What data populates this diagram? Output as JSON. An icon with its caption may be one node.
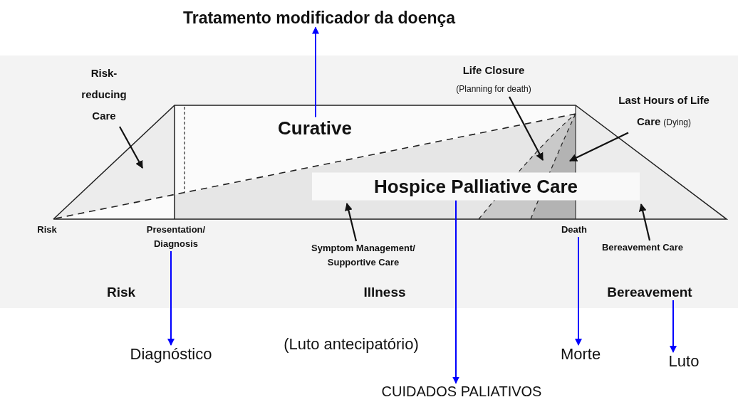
{
  "diagram": {
    "nodes": [
      {
        "text": [
          "Tratamento modificador da doença"
        ]
      },
      {
        "text": [
          "Curative"
        ]
      },
      {
        "text": [
          "Hospice Palliative Care"
        ]
      },
      {
        "text": [
          "Risk- reducing Care"
        ]
      },
      {
        "text": [
          "Life Closure",
          "(Planning for death)"
        ]
      },
      {
        "text": [
          "Last Hours of Life Care",
          "(Dying)"
        ]
      },
      {
        "text": [
          "Risk"
        ]
      },
      {
        "text": [
          "Presentation/ Diagnosis"
        ]
      },
      {
        "text": [
          "Symptom Management/ Supportive Care"
        ]
      },
      {
        "text": [
          "Death"
        ]
      },
      {
        "text": [
          "Bereavement Care"
        ]
      },
      {
        "text": [
          "Risk"
        ]
      },
      {
        "text": [
          "Illness"
        ]
      },
      {
        "text": [
          "Bereavement"
        ]
      },
      {
        "text": [
          "Diagnóstico"
        ]
      },
      {
        "text": [
          "(Luto antecipatório)"
        ]
      },
      {
        "text": [
          "Morte"
        ]
      },
      {
        "text": [
          "Luto"
        ]
      },
      {
        "text": [
          "CUIDADOS PALIATIVOS"
        ]
      },
      {
        "text": [],
        "shape": "triangle"
      },
      {
        "text": [],
        "shape": "triangle"
      },
      {
        "text": [],
        "shape": "band"
      },
      {
        "text": [],
        "shape": "band"
      },
      {
        "text": [],
        "shape": "triangle"
      }
    ],
    "edges": [
      {
        "from": 1,
        "to": 0,
        "arrow": "to",
        "color": "#0000ff"
      },
      {
        "from": 3,
        "to": 19,
        "arrow": "to",
        "color": "#111111"
      },
      {
        "from": 4,
        "to": 21,
        "arrow": "to",
        "color": "#111111"
      },
      {
        "from": 5,
        "to": 22,
        "arrow": "to",
        "color": "#111111"
      },
      {
        "from": 8,
        "to": 20,
        "arrow": "to",
        "color": "#111111"
      },
      {
        "from": 10,
        "to": 23,
        "arrow": "to",
        "color": "#111111"
      },
      {
        "from": 7,
        "to": 14,
        "arrow": "to",
        "color": "#0000ff"
      },
      {
        "from": 2,
        "to": 18,
        "arrow": "to",
        "color": "#0000ff"
      },
      {
        "from": 9,
        "to": 16,
        "arrow": "to",
        "color": "#0000ff"
      },
      {
        "from": 13,
        "to": 17,
        "arrow": "to",
        "color": "#0000ff"
      }
    ]
  }
}
